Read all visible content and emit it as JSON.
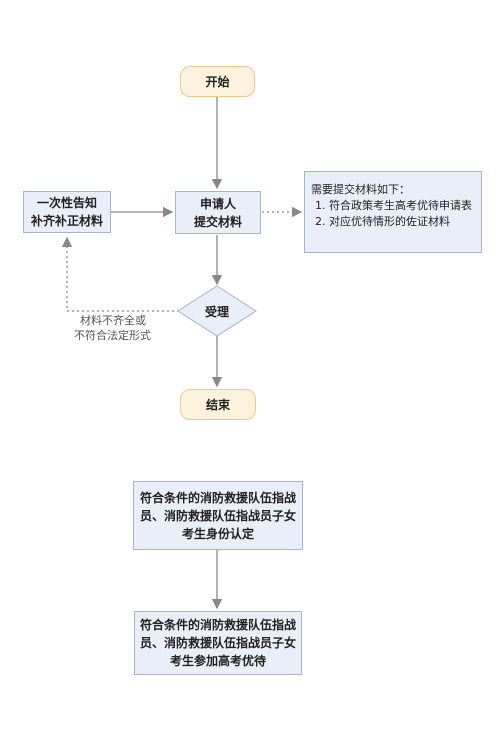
{
  "nodes": {
    "start": "开始",
    "supplement": [
      "一次性告知",
      "补齐补正材料"
    ],
    "apply": [
      "申请人",
      "提交材料"
    ],
    "accept": "受理",
    "end": "结束",
    "certify": [
      "符合条件的消防救援队伍指战",
      "员、消防救援队伍指战员子女",
      "考生身份认定"
    ],
    "benefit": [
      "符合条件的消防救援队伍指战",
      "员、消防救援队伍指战员子女",
      "考生参加高考优待"
    ]
  },
  "note": {
    "title": "需要提交材料如下：",
    "items": [
      "1. 符合政策考生高考优待申请表",
      "2. 对应优待情形的佐证材料"
    ]
  },
  "edge_label": [
    "材料不齐全或",
    "不符合法定形式"
  ],
  "colors": {
    "terminal_fill": "#fdf2dd",
    "terminal_border": "#f0c888",
    "process_fill": "#e9eef8",
    "process_border": "#a7b3d4",
    "arrow": "#888888"
  }
}
